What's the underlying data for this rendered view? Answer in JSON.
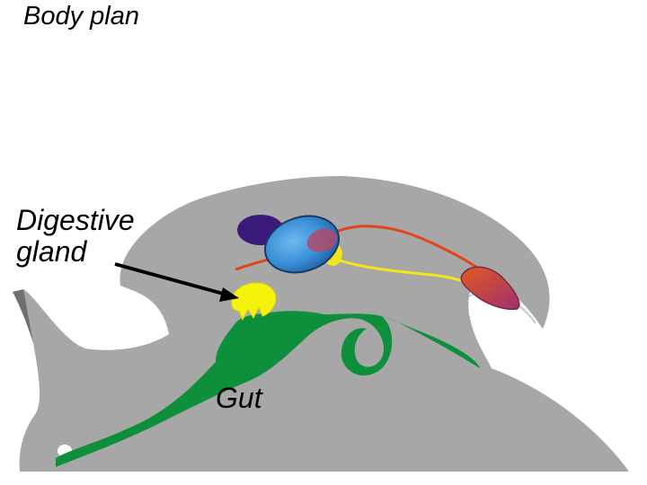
{
  "title": "Body plan",
  "labels": {
    "digestive_gland_line1": "Digestive",
    "digestive_gland_line2": "gland",
    "gut": "Gut"
  },
  "colors": {
    "body": "#a8a7a7",
    "body_shadow": "#6f6f6f",
    "gut": "#0d8f3c",
    "digestive_gland": "#f5f20c",
    "nerve_red": "#e0461a",
    "yellow_nerve": "#f2e61a",
    "stomach_blue": "#3a8fd6",
    "purple_organ": "#3a1a7a",
    "red_organ": "#c83c46",
    "arrow": "#000000"
  }
}
